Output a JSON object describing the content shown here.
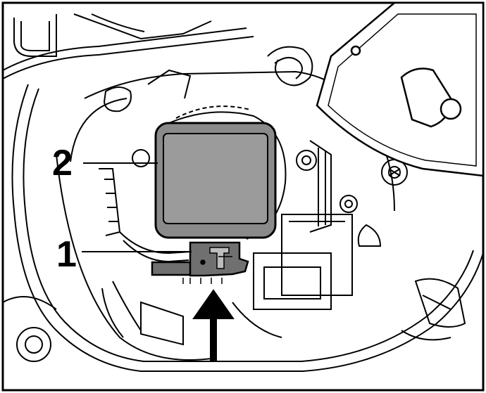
{
  "diagram": {
    "callouts": [
      {
        "id": "1",
        "label": "1"
      },
      {
        "id": "2",
        "label": "2"
      }
    ],
    "arrow_direction": "up",
    "colors": {
      "line": "#000000",
      "module_fill": "#8a8a8a",
      "module_face": "#9b9b9b",
      "connector_fill": "#707070",
      "background": "#ffffff"
    }
  }
}
